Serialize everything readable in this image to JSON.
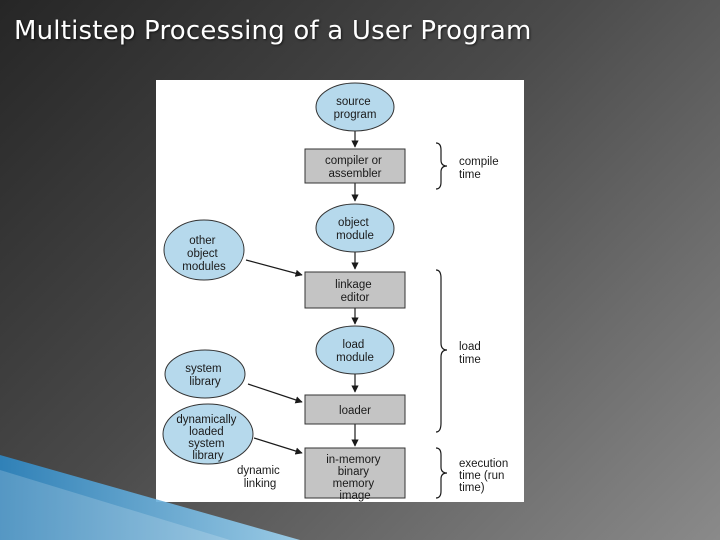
{
  "slide": {
    "title": "Multistep Processing of a User Program"
  },
  "colors": {
    "node_circle": "#b6d9ec",
    "node_box": "#c4c4c4",
    "accent": "#2e86c1"
  },
  "diagram": {
    "nodes": {
      "source_program": [
        "source",
        "program"
      ],
      "compiler": [
        "compiler or",
        "assembler"
      ],
      "object_module": [
        "object",
        "module"
      ],
      "other_modules": [
        "other",
        "object",
        "modules"
      ],
      "linkage_editor": [
        "linkage",
        "editor"
      ],
      "load_module": [
        "load",
        "module"
      ],
      "system_library": [
        "system",
        "library"
      ],
      "loader": [
        "loader"
      ],
      "dynamic_library": [
        "dynamically",
        "loaded",
        "system",
        "library"
      ],
      "in_memory_image": [
        "in-memory",
        "binary",
        "memory",
        "image"
      ]
    },
    "labels": {
      "dynamic_linking": [
        "dynamic",
        "linking"
      ]
    },
    "phases": {
      "compile_time": [
        "compile",
        "time"
      ],
      "load_time": [
        "load",
        "time"
      ],
      "execution_time": [
        "execution",
        "time (run",
        "time)"
      ]
    }
  }
}
